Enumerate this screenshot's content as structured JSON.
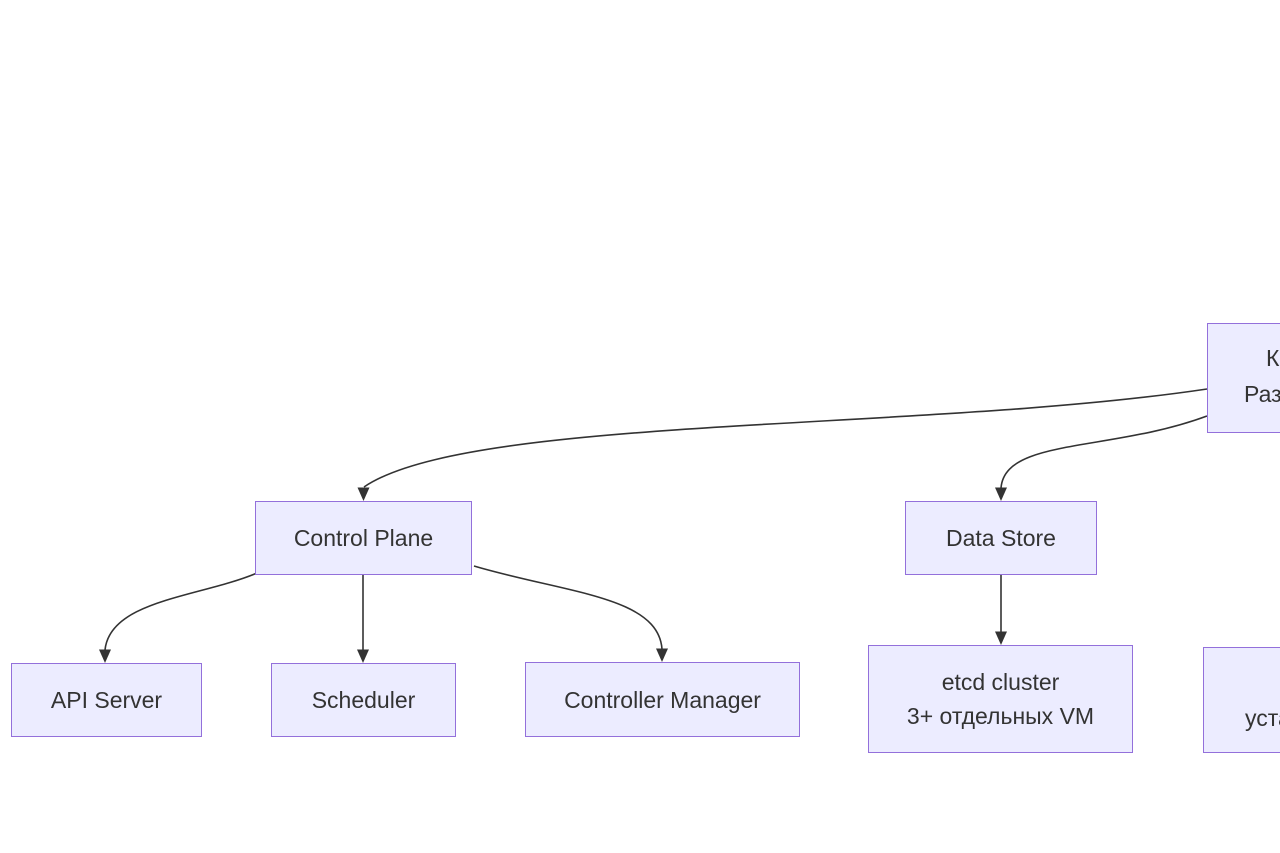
{
  "diagram": {
    "type": "flowchart",
    "colors": {
      "background": "#FFFFFF",
      "node_fill": "#ECECFF",
      "node_border": "#9370DB",
      "edge": "#333333",
      "text": "#333333"
    },
    "nodes": {
      "control_plane": {
        "label": "Control Plane"
      },
      "data_store": {
        "label": "Data Store"
      },
      "api_server": {
        "label": "API Server"
      },
      "scheduler": {
        "label": "Scheduler"
      },
      "controller_manager": {
        "label": "Controller Manager"
      },
      "etcd_cluster": {
        "lines": [
          "etcd cluster",
          "3+ отдельных VM"
        ]
      },
      "cluster_partial_top_right": {
        "lines": [
          "К",
          "Раз"
        ]
      },
      "partial_bottom_right": {
        "lines": [
          "",
          "уста"
        ]
      }
    },
    "edges": [
      {
        "from": "cluster_partial_top_right",
        "to": "control_plane"
      },
      {
        "from": "cluster_partial_top_right",
        "to": "data_store"
      },
      {
        "from": "control_plane",
        "to": "api_server"
      },
      {
        "from": "control_plane",
        "to": "scheduler"
      },
      {
        "from": "control_plane",
        "to": "controller_manager"
      },
      {
        "from": "data_store",
        "to": "etcd_cluster"
      }
    ]
  }
}
